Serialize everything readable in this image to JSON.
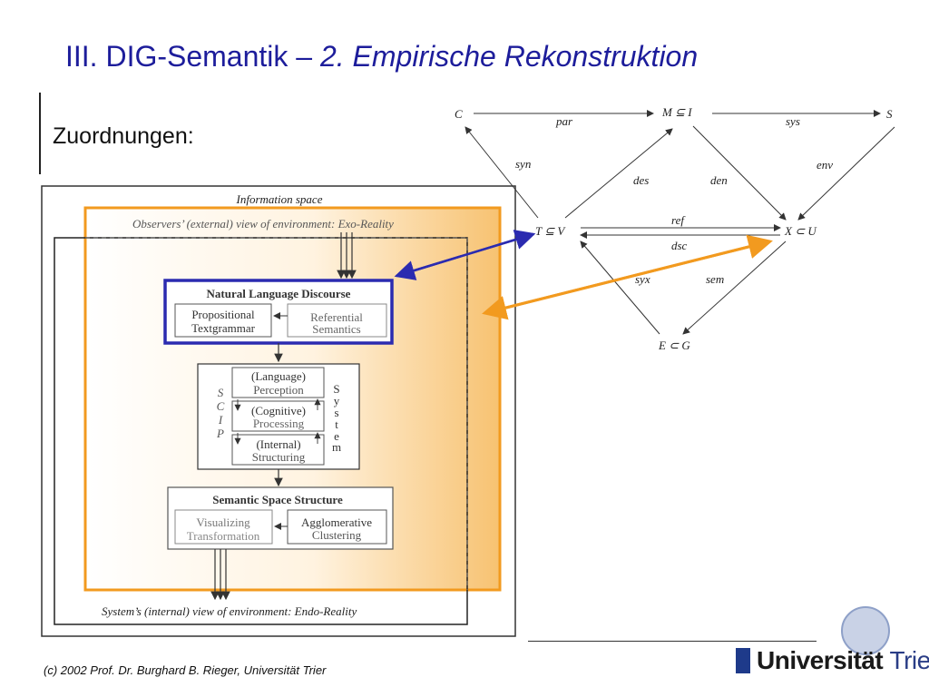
{
  "slide": {
    "title_plain": "III. DIG-Semantik – ",
    "title_italic": "2. Empirische Rekonstruktion",
    "subtitle": "Zuordnungen:",
    "footer": "(c) 2002  Prof. Dr. Burghard B. Rieger, Universität Trier",
    "logo_bold": "Universität",
    "logo_light": "Trier"
  },
  "diagram": {
    "info_space": "Information space",
    "exo": "Observers’ (external) view of environment: Exo-Reality",
    "endo": "System’s (internal) view of environment: Endo-Reality",
    "nld_title": "Natural Language Discourse",
    "prop1": "Propositional",
    "prop2": "Textgrammar",
    "ref1": "Referential",
    "ref2": "Semantics",
    "lang1": "(Language)",
    "lang2": "Perception",
    "cog1": "(Cognitive)",
    "cog2": "Processing",
    "int1": "(Internal)",
    "int2": "Structuring",
    "scip": [
      "S",
      "C",
      "I",
      "P"
    ],
    "system": [
      "S",
      "y",
      "s",
      "t",
      "e",
      "m"
    ],
    "sss_title": "Semantic Space Structure",
    "vis1": "Visualizing",
    "vis2": "Transformation",
    "agg1": "Agglomerative",
    "agg2": "Clustering"
  },
  "graph": {
    "nodes": {
      "C": "C",
      "MI": "M ⊆ I",
      "S": "S",
      "TV": "T ⊆ V",
      "XU": "X ⊂ U",
      "EG": "E ⊂ G"
    },
    "edges": {
      "par": "par",
      "sys": "sys",
      "syn": "syn",
      "des": "des",
      "den": "den",
      "env": "env",
      "ref": "ref",
      "dsc": "dsc",
      "syx": "syx",
      "sem": "sem"
    }
  },
  "colors": {
    "title": "#1d1d9b",
    "blue_frame": "#2b2bb0",
    "orange": "#f29a1f"
  }
}
